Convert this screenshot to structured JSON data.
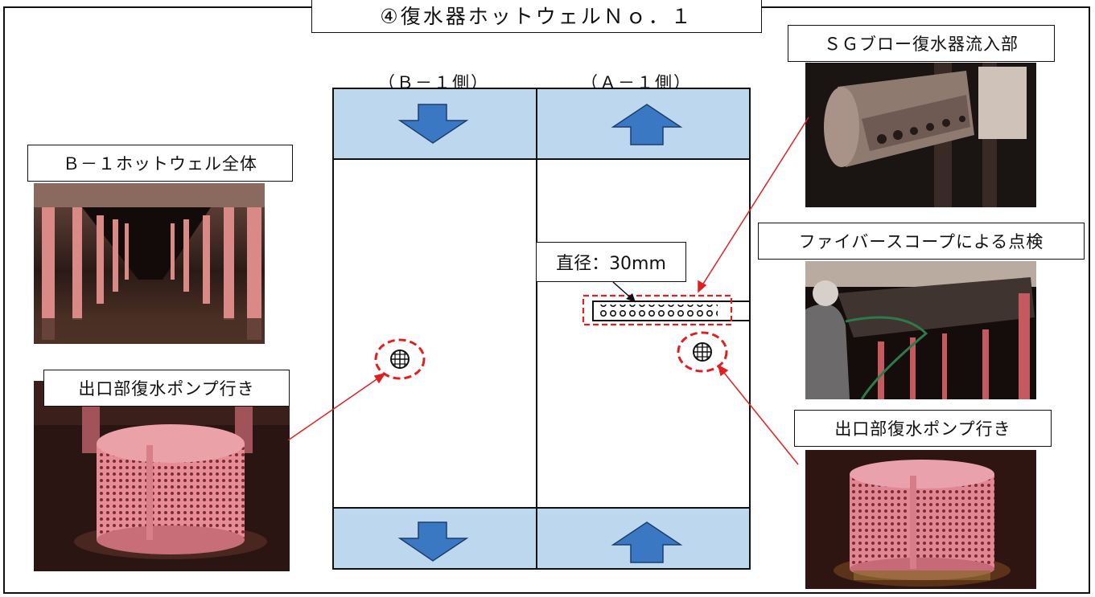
{
  "title": "④復水器ホットウェルＮｏ．１",
  "sides": {
    "b_side": "（Ｂ－１側）",
    "a_side": "（Ａ－１側）"
  },
  "labels": {
    "b1_hotwell": "Ｂ－１ホットウェル全体",
    "outlet_left": "出口部復水ポンプ行き",
    "sg_blow_inlet": "ＳＧブロー復水器流入部",
    "fiberscope": "ファイバースコープによる点検",
    "diameter": "直径：30mm",
    "outlet_right": "出口部復水ポンプ行き"
  },
  "colors": {
    "band_fill": "#bcd7ee",
    "arrow_fill": "#3a78c4",
    "leader_red": "#e02020",
    "highlight_red": "#e02020"
  },
  "icons": {
    "flow_down": "arrow-down-icon",
    "flow_up": "arrow-up-icon",
    "strainer": "strainer-icon"
  }
}
